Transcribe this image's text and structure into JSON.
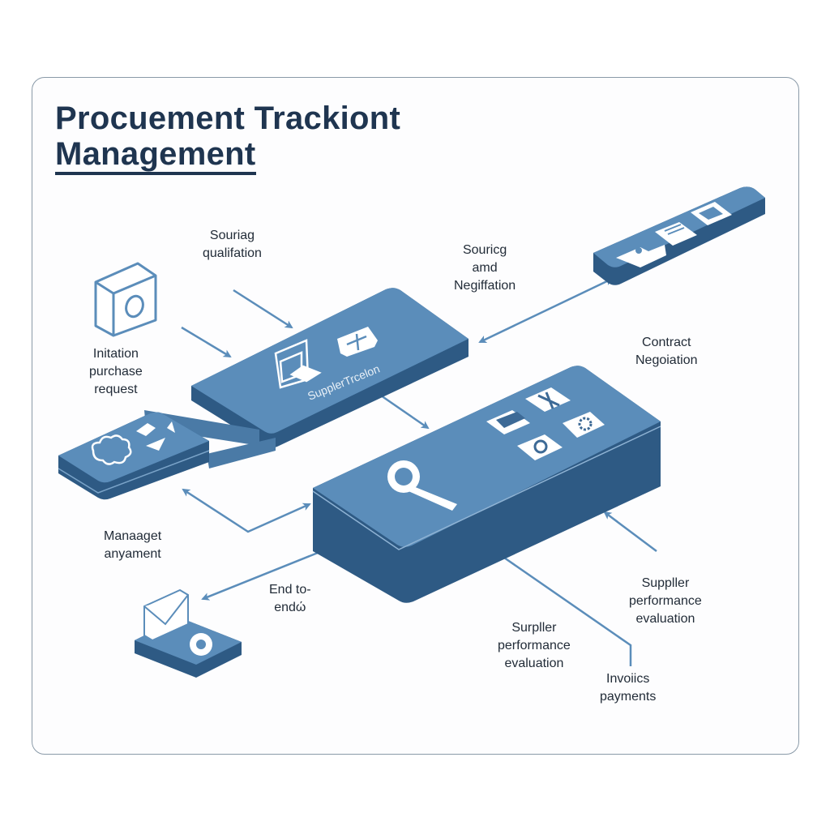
{
  "title": {
    "line1": "Procuement Trackiont",
    "line2": "Management"
  },
  "colors": {
    "block_top": "#5b8dba",
    "block_side": "#3d6a96",
    "block_dark": "#2e5a84",
    "arrow": "#5b8dba",
    "text": "#222c38",
    "title": "#1f3550",
    "frame": "#8a9aa8"
  },
  "labels": {
    "sourcing_qualification": [
      "Souriag",
      "qualifation"
    ],
    "sourcing_negotiation": [
      "Souricg",
      "amd",
      "Negiffation"
    ],
    "initiation": [
      "Initation",
      "purchase",
      "request"
    ],
    "contract": [
      "Contract",
      "Negoiation"
    ],
    "management": [
      "Manaaget",
      "anyament"
    ],
    "end_to_end": [
      "End to-",
      "endώ"
    ],
    "supplier_eval_right": [
      "Suppller",
      "performance",
      "evaluation"
    ],
    "supplier_eval_left": [
      "Surpller",
      "performance",
      "evaluation"
    ],
    "invoices": [
      "Invoiics",
      "payments"
    ]
  },
  "blocks": {
    "supplier_block_text": "SupplerTrcelon"
  },
  "icons": {
    "initiation": "box-icon",
    "top_right_card": [
      "user-folder-icon",
      "document-icon",
      "laptop-icon"
    ],
    "supplier_block": [
      "inbox-tray-icon",
      "chat-icon"
    ],
    "left_block": [
      "cloud-icon",
      "recycle-icon"
    ],
    "main_block": [
      "search-icon",
      "grid-icon",
      "tools-icon",
      "gear-icon",
      "location-icon"
    ],
    "bottom_left": [
      "envelope-icon",
      "gear-icon"
    ]
  }
}
